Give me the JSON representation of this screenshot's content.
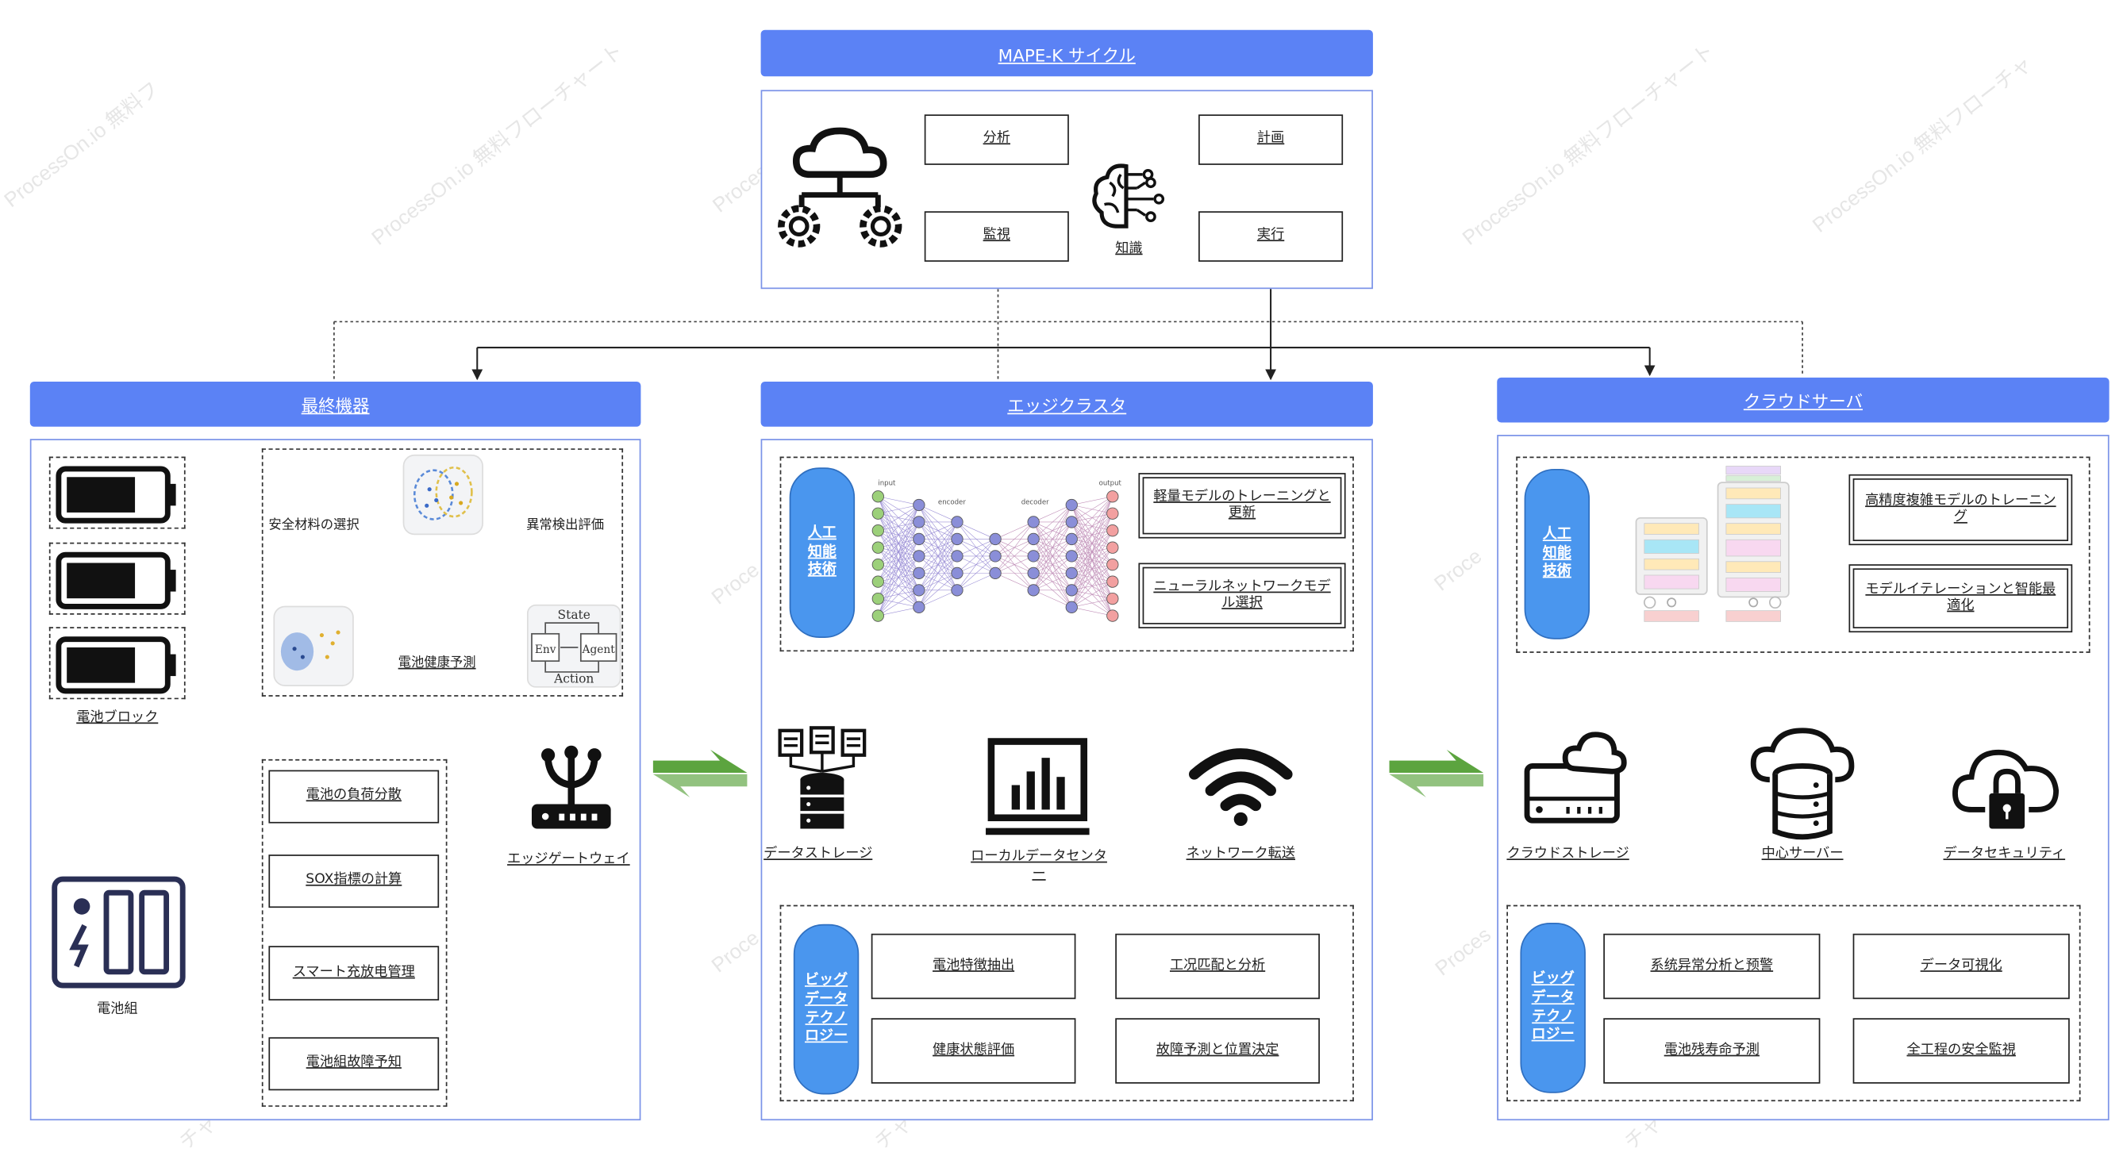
{
  "watermark": "ProcessOn.io 無料フローチャート",
  "watermark_partial_1": "ProcessOn.io 無料フ",
  "watermark_partial_2": "ProcessOn.io 無料フローチャ",
  "watermark_partial_3": "チャ",
  "watermark_partial_4": "Proce",
  "watermark_partial_5": "Proces",
  "colors": {
    "header": "#5b82f5",
    "pill": "#4a96ee",
    "exchange_arrow": "#4a9a2a"
  },
  "mape": {
    "title": "MAPE-K サイクル",
    "analyze": "分析",
    "plan": "計画",
    "monitor": "監視",
    "execute": "実行",
    "knowledge": "知識",
    "icons": [
      "cloud-gears-icon",
      "brain-circuit-icon"
    ]
  },
  "device": {
    "title": "最終機器",
    "battery_block": "電池ブロック",
    "battery_pack": "電池組",
    "safe_material": "安全材料の選択",
    "anomaly_eval": "異常検出評価",
    "health_pred": "電池健康予測",
    "rl_state": "State",
    "rl_env": "Env",
    "rl_agent": "Agent",
    "rl_action": "Action",
    "edge_gateway": "エッジゲートウェイ",
    "steps": [
      "電池の負荷分散",
      "SOX指標の計算",
      "スマート充放电管理",
      "電池組故障予知"
    ]
  },
  "edge": {
    "title": "エッジクラスタ",
    "ai_pill": "人工\n知能\n技術",
    "nn_labels": {
      "input": "input",
      "encoder": "encoder",
      "decoder": "decoder",
      "output": "output"
    },
    "ai_boxes": [
      "軽量モデルのトレーニングと更新",
      "ニューラルネットワークモデル選択"
    ],
    "storage": "データストレージ",
    "local_dc": "ローカルデータセンター",
    "network": "ネットワーク転送",
    "bigdata_pill": "ビッグ\nデータ\nテクノ\nロジー",
    "bd_boxes": [
      "電池特徴抽出",
      "工况匹配と分析",
      "健康状態評価",
      "故障予測と位置決定"
    ]
  },
  "cloud": {
    "title": "クラウドサーバ",
    "ai_pill": "人工\n知能\n技術",
    "ai_boxes": [
      "高精度複雑モデルのトレーニング",
      "モデルイテレーションと智能最適化"
    ],
    "cloud_storage": "クラウドストレージ",
    "central_server": "中心サーバー",
    "security": "データセキュリティ",
    "bigdata_pill": "ビッグ\nデータ\nテクノ\nロジー",
    "bd_boxes": [
      "系统异常分析と预警",
      "データ可視化",
      "電池残寿命予測",
      "全工程の安全監視"
    ]
  }
}
